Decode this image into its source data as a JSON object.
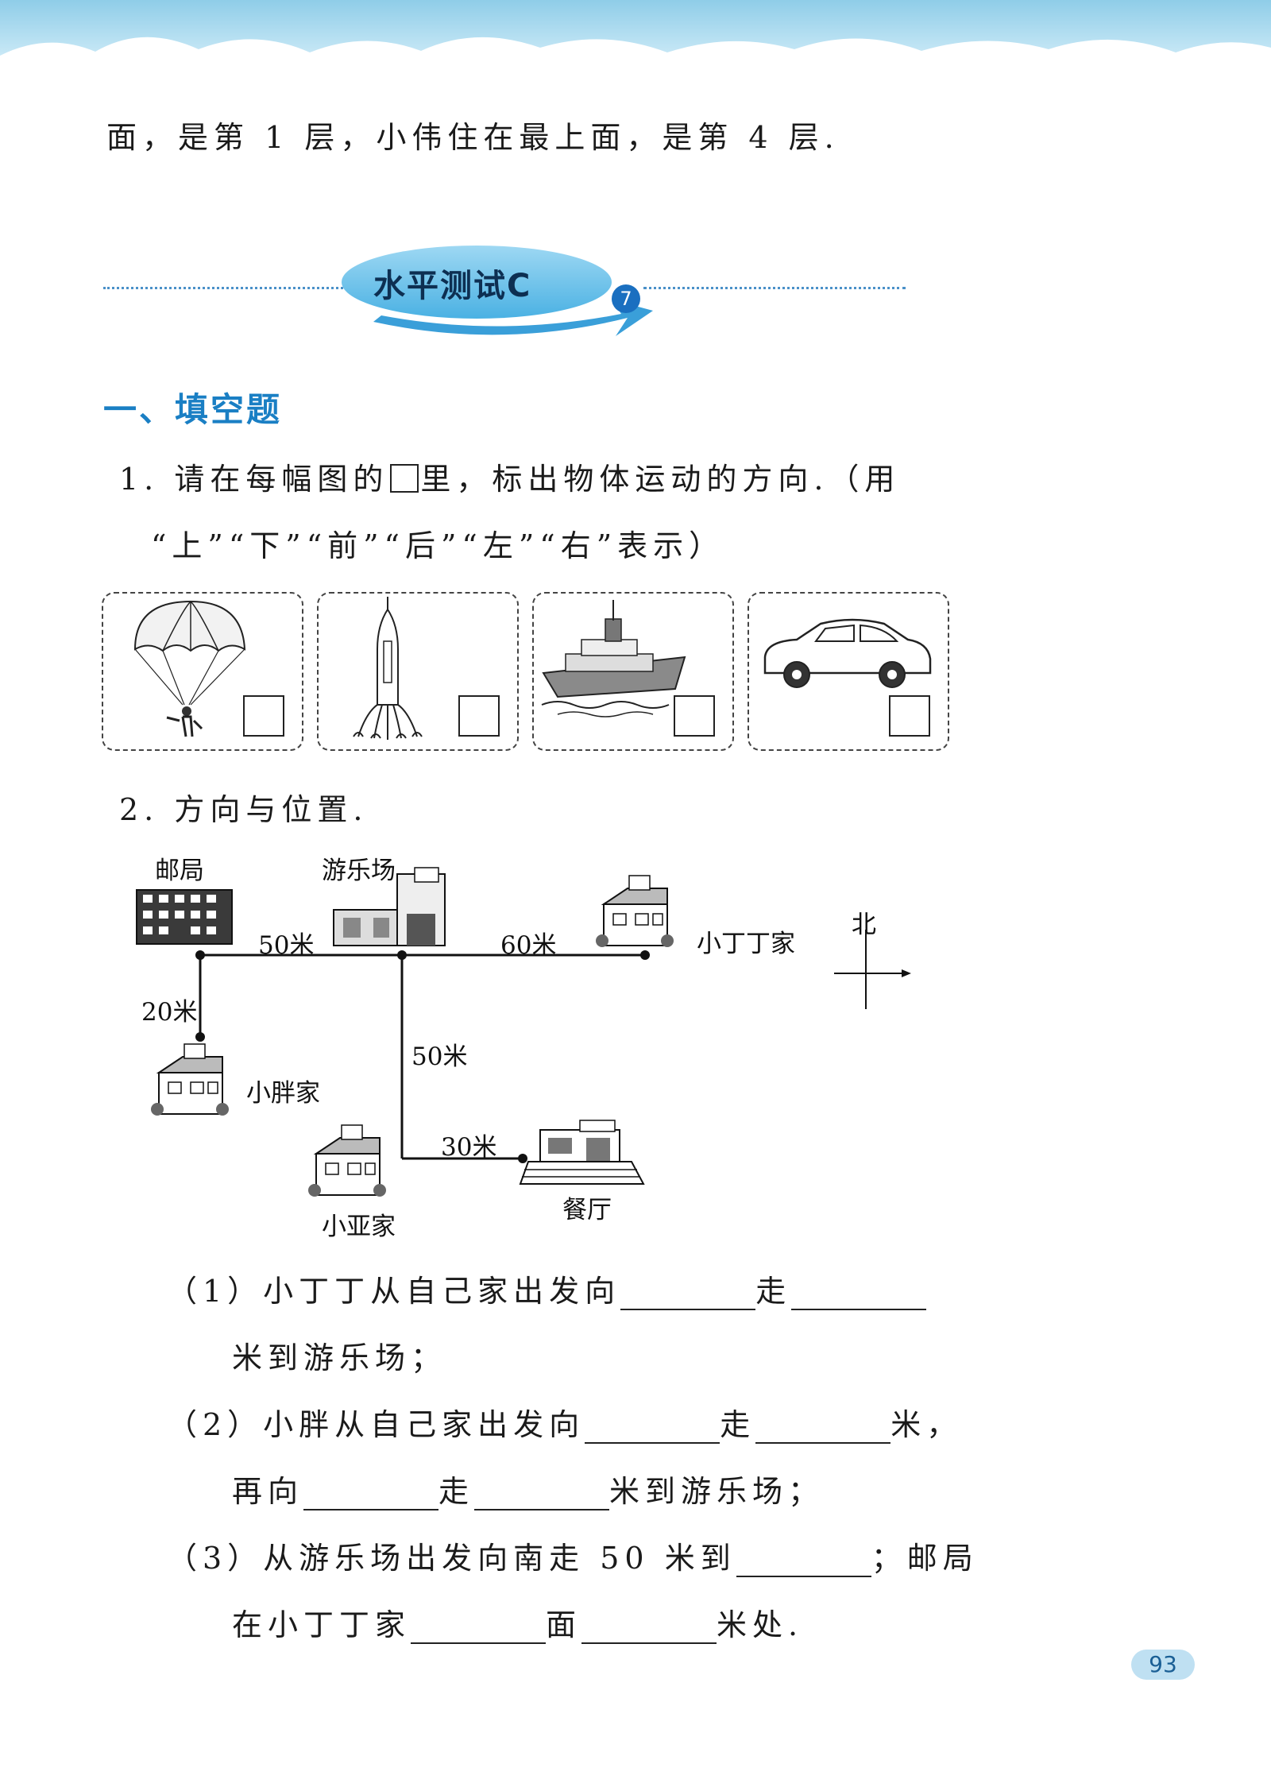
{
  "intro_line": "面，是第 1 层，小伟住在最上面，是第 4 层.",
  "badge": {
    "title": "水平测试C",
    "number": "7"
  },
  "section": {
    "title": "一、填空题"
  },
  "q1": {
    "line1_a": "1. 请在每幅图的",
    "line1_b": "里，标出物体运动的方向.（用",
    "line2": "“上”“下”“前”“后”“左”“右”表示）",
    "panels": [
      {
        "icon": "parachute-icon"
      },
      {
        "icon": "rocket-icon"
      },
      {
        "icon": "ship-icon"
      },
      {
        "icon": "car-icon"
      }
    ]
  },
  "q2": {
    "title": "2. 方向与位置.",
    "map": {
      "places": {
        "post_office": "邮局",
        "amusement_park": "游乐场",
        "xiaodingding_home": "小丁丁家",
        "xiaopang_home": "小胖家",
        "xiaoya_home": "小亚家",
        "restaurant": "餐厅"
      },
      "distances": {
        "d1": "50米",
        "d2": "60米",
        "d3": "20米",
        "d4": "50米",
        "d5": "30米"
      },
      "compass_north": "北"
    },
    "sub1": {
      "a": "（1）小丁丁从自己家出发向",
      "b": "走",
      "c": "米到游乐场；"
    },
    "sub2": {
      "a": "（2）小胖从自己家出发向",
      "b": "走",
      "c": "米，",
      "d": "再向",
      "e": "走",
      "f": "米到游乐场；"
    },
    "sub3": {
      "a": "（3）从游乐场出发向南走 50 米到",
      "b": "；邮局",
      "c": "在小丁丁家",
      "d": "面",
      "e": "米处."
    }
  },
  "page_number": "93"
}
